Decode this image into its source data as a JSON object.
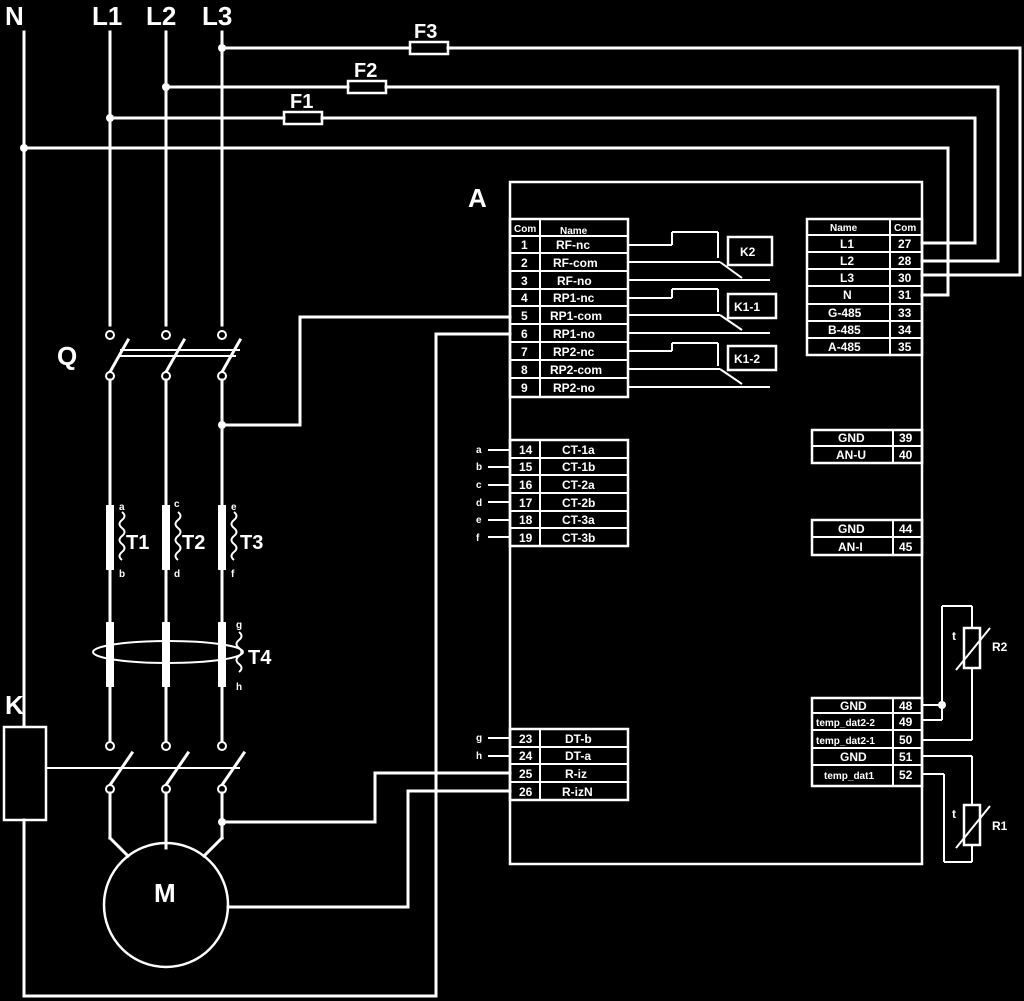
{
  "lines": {
    "N": "N",
    "L1": "L1",
    "L2": "L2",
    "L3": "L3"
  },
  "fuses": {
    "F1": "F1",
    "F2": "F2",
    "F3": "F3"
  },
  "labels": {
    "A": "A",
    "Q": "Q",
    "K": "K",
    "M": "M",
    "T1": "T1",
    "T2": "T2",
    "T3": "T3",
    "T4": "T4",
    "K2": "K2",
    "K1_1": "K1-1",
    "K1_2": "K1-2",
    "R1": "R1",
    "R2": "R2",
    "t": "t"
  },
  "coil_taps": {
    "a": "a",
    "b": "b",
    "c": "c",
    "d": "d",
    "e": "e",
    "f": "f",
    "g": "g",
    "h": "h"
  },
  "left_table": {
    "header": {
      "com": "Com",
      "name": "Name"
    },
    "rows": [
      {
        "num": "1",
        "name": "RF-nc"
      },
      {
        "num": "2",
        "name": "RF-com"
      },
      {
        "num": "3",
        "name": "RF-no"
      },
      {
        "num": "4",
        "name": "RP1-nc"
      },
      {
        "num": "5",
        "name": "RP1-com"
      },
      {
        "num": "6",
        "name": "RP1-no"
      },
      {
        "num": "7",
        "name": "RP2-nc"
      },
      {
        "num": "8",
        "name": "RP2-com"
      },
      {
        "num": "9",
        "name": "RP2-no"
      }
    ]
  },
  "ct_table": {
    "rows": [
      {
        "tap": "a",
        "num": "14",
        "name": "CT-1a"
      },
      {
        "tap": "b",
        "num": "15",
        "name": "CT-1b"
      },
      {
        "tap": "c",
        "num": "16",
        "name": "CT-2a"
      },
      {
        "tap": "d",
        "num": "17",
        "name": "CT-2b"
      },
      {
        "tap": "e",
        "num": "18",
        "name": "CT-3a"
      },
      {
        "tap": "f",
        "num": "19",
        "name": "CT-3b"
      }
    ]
  },
  "dt_table": {
    "rows": [
      {
        "tap": "g",
        "num": "23",
        "name": "DT-b"
      },
      {
        "tap": "h",
        "num": "24",
        "name": "DT-a"
      },
      {
        "tap": "",
        "num": "25",
        "name": "R-iz"
      },
      {
        "tap": "",
        "num": "26",
        "name": "R-izN"
      }
    ]
  },
  "right_table": {
    "header": {
      "name": "Name",
      "com": "Com"
    },
    "rows": [
      {
        "name": "L1",
        "num": "27"
      },
      {
        "name": "L2",
        "num": "28"
      },
      {
        "name": "L3",
        "num": "30"
      },
      {
        "name": "N",
        "num": "31"
      },
      {
        "name": "G-485",
        "num": "33"
      },
      {
        "name": "B-485",
        "num": "34"
      },
      {
        "name": "A-485",
        "num": "35"
      }
    ]
  },
  "anu_table": {
    "rows": [
      {
        "name": "GND",
        "num": "39"
      },
      {
        "name": "AN-U",
        "num": "40"
      }
    ]
  },
  "ani_table": {
    "rows": [
      {
        "name": "GND",
        "num": "44"
      },
      {
        "name": "AN-I",
        "num": "45"
      }
    ]
  },
  "temp_table": {
    "rows": [
      {
        "name": "GND",
        "num": "48"
      },
      {
        "name": "temp_dat2-2",
        "num": "49"
      },
      {
        "name": "temp_dat2-1",
        "num": "50"
      },
      {
        "name": "GND",
        "num": "51"
      },
      {
        "name": "temp_dat1",
        "num": "52"
      }
    ]
  }
}
